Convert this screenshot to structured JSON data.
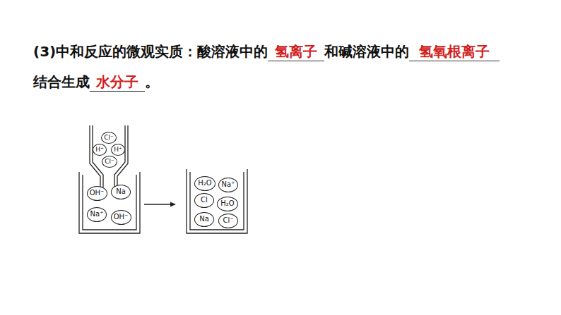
{
  "diagram": {
    "nodes": [
      {
        "text": [
          "Cl⁻"
        ]
      },
      {
        "text": [
          "H⁺"
        ]
      },
      {
        "text": [
          "H⁺"
        ]
      },
      {
        "text": [
          "Cl⁻"
        ]
      },
      {
        "text": [
          "OH⁻"
        ]
      },
      {
        "text": [
          "Na"
        ]
      },
      {
        "text": [
          "Na⁺"
        ]
      },
      {
        "text": [
          "OH⁻"
        ]
      },
      {
        "text": [
          "H₂O"
        ]
      },
      {
        "text": [
          "Na⁺"
        ]
      },
      {
        "text": [
          "Cl"
        ]
      },
      {
        "text": [
          "H₂O"
        ]
      },
      {
        "text": [
          "Na"
        ]
      },
      {
        "text": [
          "Cl⁻"
        ]
      }
    ],
    "labels": [
      "(3)中和反应的微观实质：酸溶液中的",
      "氢离子",
      "和碱溶液中的",
      "氢氧根离子",
      "结合生成",
      "水分子",
      "。"
    ]
  }
}
